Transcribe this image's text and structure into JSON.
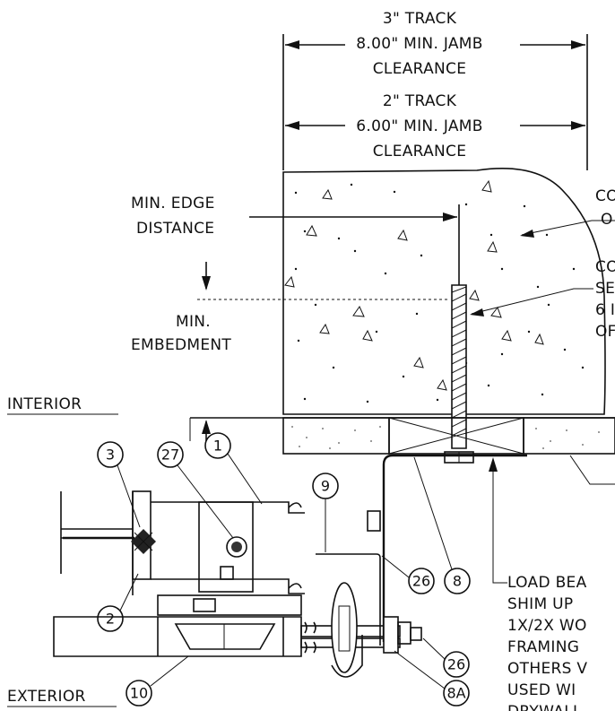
{
  "dimensions": {
    "track3": [
      "3\" TRACK",
      "8.00\" MIN. JAMB",
      "CLEARANCE"
    ],
    "track2": [
      "2\" TRACK",
      "6.00\" MIN. JAMB",
      "CLEARANCE"
    ]
  },
  "left_labels": {
    "edge": [
      "MIN. EDGE",
      "DISTANCE"
    ],
    "embed": [
      "MIN.",
      "EMBEDMENT"
    ],
    "interior": "INTERIOR",
    "exterior": "EXTERIOR"
  },
  "right_notes": {
    "concrete": [
      "CO",
      "O"
    ],
    "anchor": [
      "CO",
      "SE",
      "6 I",
      "OF"
    ],
    "shim": [
      "LOAD BEA",
      "SHIM UP",
      "1X/2X WO",
      "FRAMING",
      "OTHERS V",
      "USED WI",
      "DRYWALL"
    ]
  },
  "callouts": [
    "3",
    "27",
    "1",
    "9",
    "26",
    "8",
    "2",
    "26",
    "10",
    "8A"
  ]
}
